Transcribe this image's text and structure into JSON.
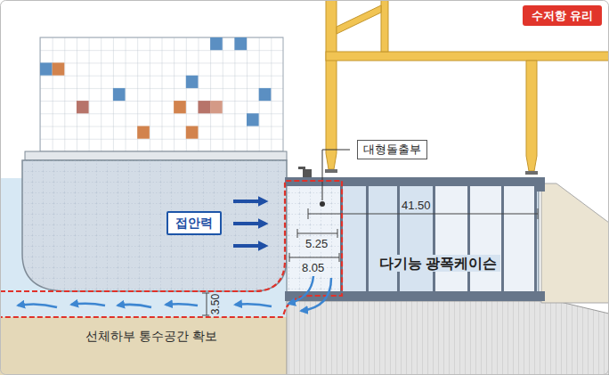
{
  "diagram": {
    "nodes": [
      {
        "text": [
          "수저항 유리"
        ]
      },
      {
        "text": [
          "대형돌출부"
        ]
      },
      {
        "text": [
          "접안력"
        ]
      },
      {
        "text": [
          "다기능 광폭케이슨"
        ]
      }
    ],
    "labels": [
      "41.50",
      "5.25",
      "8.05",
      "3.50",
      "선체하부 통수공간 확보"
    ]
  }
}
